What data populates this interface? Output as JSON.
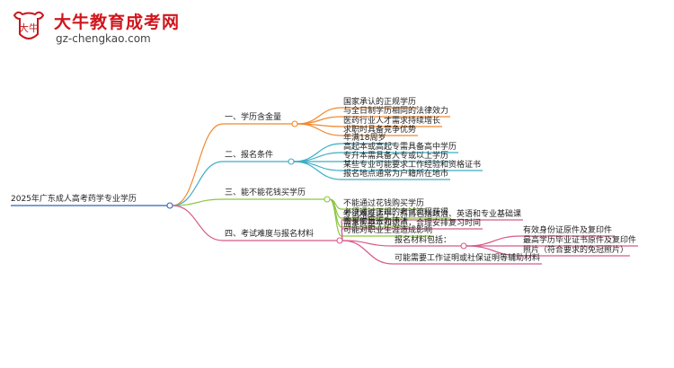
{
  "brand": {
    "title": "大牛教育成考网",
    "url": "gz-chengkao.com",
    "logo_icon": "bull-head-logo-icon",
    "logo_text": "大牛"
  },
  "colors": {
    "root": "#2a64b8",
    "b1": "#f0882e",
    "b2": "#3aaec4",
    "b3": "#8cc63f",
    "b4": "#d85a8a"
  },
  "mindmap": {
    "root": "2025年广东成人高考药学专业学历",
    "branches": [
      {
        "label": "一、学历含金量",
        "items": [
          "国家承认的正规学历",
          "与全日制学历相同的法律效力",
          "医药行业人才需求持续增长",
          "求职时具备竞争优势"
        ]
      },
      {
        "label": "二、报名条件",
        "items": [
          "年满18周岁",
          "高起本或高起专需具备高中学历",
          "专升本需具备大专或以上学历",
          "某些专业可能要求工作经验和资格证书",
          "报名地点通常为户籍所在地市"
        ]
      },
      {
        "label": "三、能不能花钱买学历",
        "items": [
          "不能通过花钱购买学历",
          "必须通过正规的考试流程获得",
          "购买学历行为违法",
          "可能对职业生涯造成影响"
        ]
      },
      {
        "label": "四、考试难度与报名材料",
        "items": [
          "考试难度适中，科目包括政治、英语和专业基础课",
          "需掌握基本知识点，合理安排复习时间"
        ],
        "sub": {
          "label": "报名材料包括：",
          "items": [
            "有效身份证原件及复印件",
            "最高学历毕业证书原件及复印件",
            "照片（符合要求的免冠照片）"
          ]
        },
        "tail": [
          "可能需要工作证明或社保证明等辅助材料"
        ]
      }
    ]
  }
}
